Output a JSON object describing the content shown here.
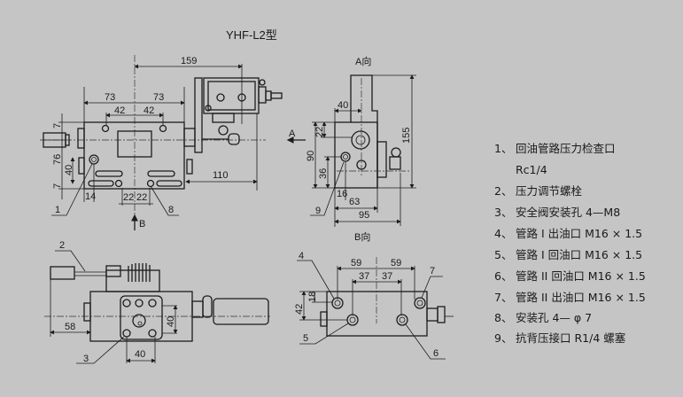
{
  "title": "YHF-L2型",
  "front_view": {
    "dims": {
      "d159": "159",
      "d73a": "73",
      "d73b": "73",
      "d42a": "42",
      "d42b": "42",
      "d110": "110",
      "d22a": "22",
      "d22b": "22",
      "d7a": "7",
      "d76": "76",
      "d40": "40",
      "d7b": "7",
      "d14": "14"
    },
    "arrow_b": "B",
    "callout_1": "1",
    "callout_8": "8"
  },
  "side_view": {
    "label_a": "A向",
    "label_b": "B向",
    "arrow_a": "A",
    "dims": {
      "d40": "40",
      "d22": "22",
      "d90": "90",
      "d36": "36",
      "d16": "16",
      "d63": "63",
      "d95": "95",
      "d155": "155"
    },
    "callout_9": "9"
  },
  "bottom_left_view": {
    "dims": {
      "d58": "58",
      "d40h": "40",
      "d40v": "40"
    },
    "callout_2": "2",
    "callout_3": "3"
  },
  "bottom_right_view": {
    "dims": {
      "d59a": "59",
      "d59b": "59",
      "d37a": "37",
      "d37b": "37",
      "d42": "42",
      "d18": "18"
    },
    "callout_4": "4",
    "callout_5": "5",
    "callout_6": "6",
    "callout_7": "7"
  },
  "legend": [
    {
      "num": "1、",
      "text": "回油管路压力检查口"
    },
    {
      "num": "",
      "text": "Rc1/4"
    },
    {
      "num": "2、",
      "text": "压力调节螺栓"
    },
    {
      "num": "3、",
      "text": "安全阀安装孔 4—M8"
    },
    {
      "num": "4、",
      "text": "管路 I 出油口 M16 × 1.5"
    },
    {
      "num": "5、",
      "text": "管路 I 回油口 M16 × 1.5"
    },
    {
      "num": "6、",
      "text": "管路 II 回油口 M16 × 1.5"
    },
    {
      "num": "7、",
      "text": "管路 II 出油口 M16 × 1.5"
    },
    {
      "num": "8、",
      "text": "安装孔 4— φ 7"
    },
    {
      "num": "9、",
      "text": "抗背压接口 R1/4 螺塞"
    }
  ]
}
